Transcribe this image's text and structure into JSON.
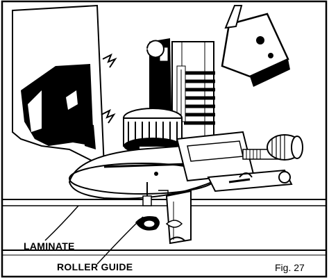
{
  "figure": {
    "label": "Fig. 27",
    "callouts": {
      "laminate": "LAMINATE",
      "roller_guide": "ROLLER GUIDE"
    }
  }
}
